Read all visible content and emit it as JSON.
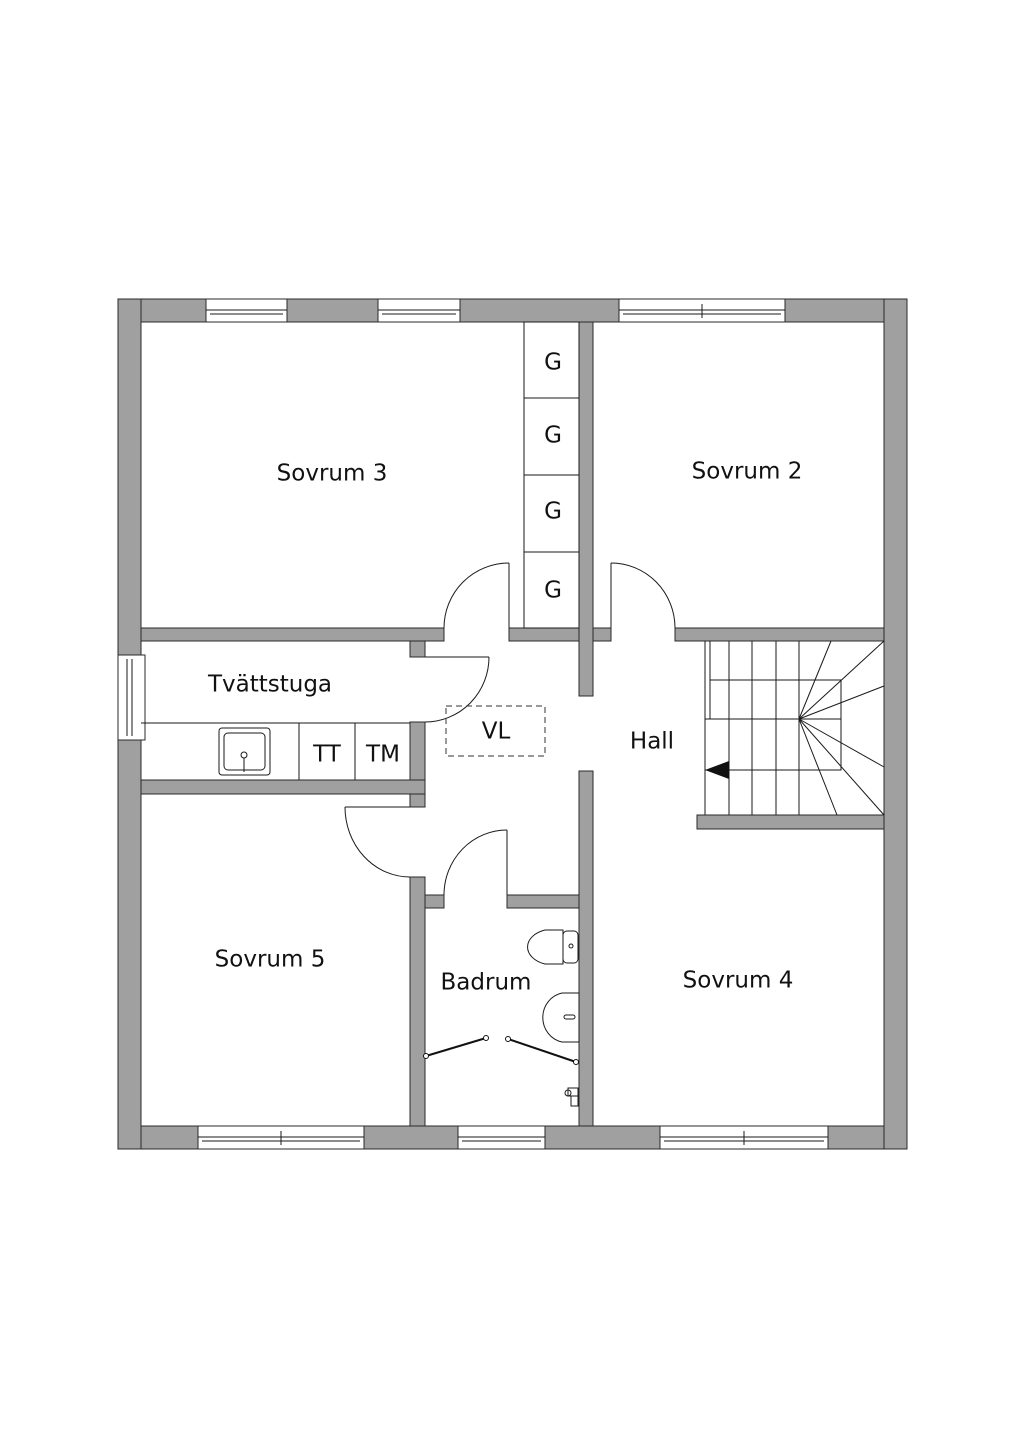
{
  "rooms": {
    "sovrum3": "Sovrum 3",
    "sovrum2": "Sovrum 2",
    "tvattstuga": "Tvättstuga",
    "hall": "Hall",
    "sovrum5": "Sovrum 5",
    "badrum": "Badrum",
    "sovrum4": "Sovrum 4"
  },
  "fixtures": {
    "closets": [
      "G",
      "G",
      "G",
      "G"
    ],
    "tumble_dryer": "TT",
    "washing_machine": "TM",
    "vl": "VL"
  },
  "colors": {
    "wall": "#a0a0a0",
    "line": "#1a1a1a"
  }
}
